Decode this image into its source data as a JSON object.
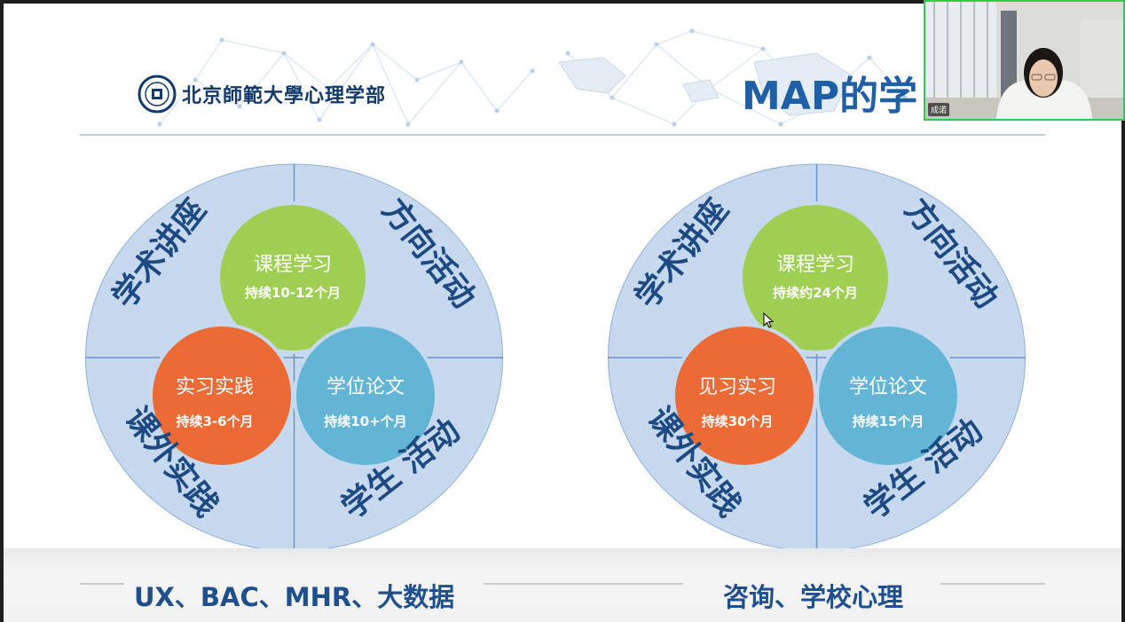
{
  "header": {
    "logo_text": "北京師範大學心理学部",
    "title": "MAP的学"
  },
  "diagrams": [
    {
      "quadrants": [
        "学术讲座",
        "方向活动",
        "课外实践",
        "学生 活动"
      ],
      "circles": [
        {
          "title": "课程学习",
          "duration": "持续10-12个月",
          "color": "#9fcf52"
        },
        {
          "title": "实习实践",
          "duration": "持续3-6个月",
          "color": "#ec6a35"
        },
        {
          "title": "学位论文",
          "duration": "持续10+个月",
          "color": "#63b5d6"
        }
      ],
      "caption": "UX、BAC、MHR、大数据"
    },
    {
      "quadrants": [
        "学术讲座",
        "方向活动",
        "课外实践",
        "学生 活动"
      ],
      "circles": [
        {
          "title": "课程学习",
          "duration": "持续约24个月",
          "color": "#9fcf52"
        },
        {
          "title": "见习实习",
          "duration": "持续30个月",
          "color": "#ec6a35"
        },
        {
          "title": "学位论文",
          "duration": "持续15个月",
          "color": "#63b5d6"
        }
      ],
      "caption": "咨询、学校心理"
    }
  ],
  "video": {
    "name_tag": "成诺"
  },
  "colors": {
    "outer_ellipse": "#c6d9ef",
    "quadrant_text": "#1e4a84",
    "title": "#1f5fa8"
  }
}
